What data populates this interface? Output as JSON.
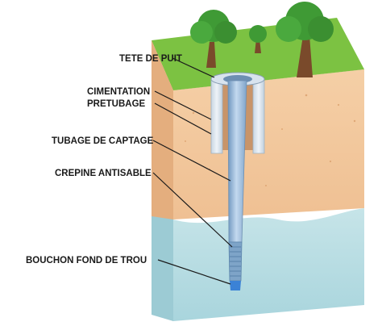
{
  "labels": {
    "wellhead": "TETE DE PUIT",
    "cementation": "CIMENTATION",
    "pretubage": "PRETUBAGE",
    "casing": "TUBAGE DE CAPTAGE",
    "screen": "CREPINE ANTISABLE",
    "bottom_plug": "BOUCHON FOND DE TROU"
  },
  "colors": {
    "grass": "#7cc242",
    "soil_front": "#f2c79b",
    "soil_side": "#e3ad7f",
    "water_front": "#bfe0e6",
    "water_side": "#a4d0d9",
    "pipe": "#8fb4d6",
    "tree_foliage": "#3f9a35",
    "tree_trunk": "#7a4a2b"
  }
}
